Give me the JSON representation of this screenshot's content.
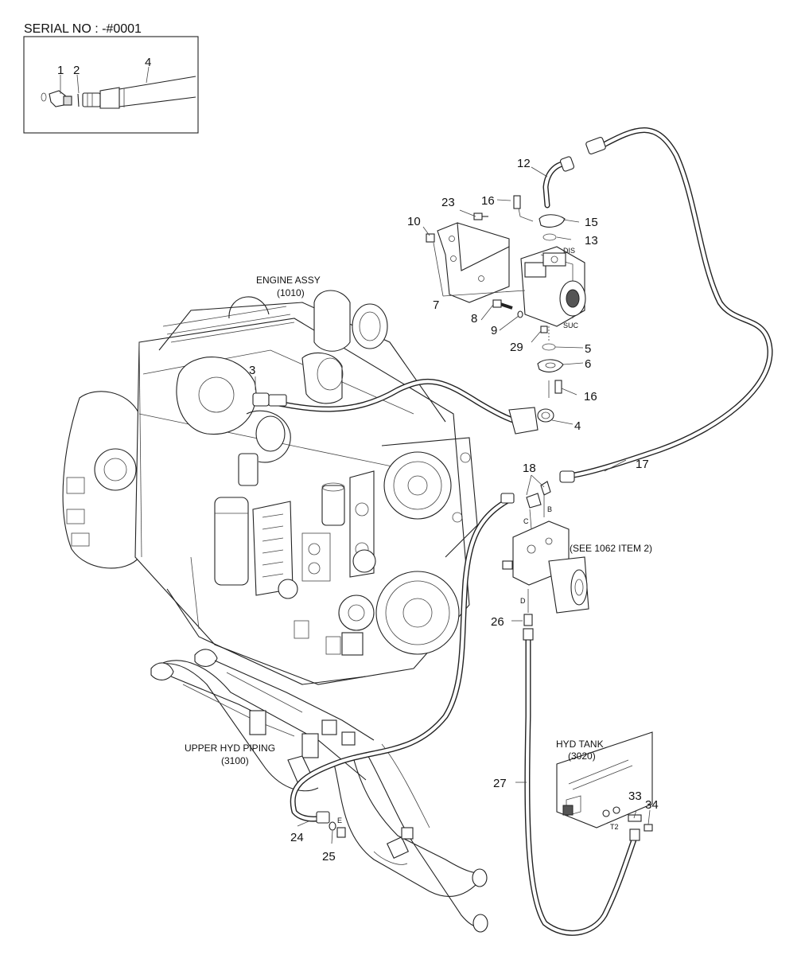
{
  "serial_label": "SERIAL NO : -#0001",
  "inset_callouts": [
    "1",
    "2",
    "4"
  ],
  "assembly_labels": {
    "engine_name": "ENGINE ASSY",
    "engine_ref": "(1010)",
    "upper_piping_name": "UPPER HYD PIPING",
    "upper_piping_ref": "(3100)",
    "tank_name": "HYD TANK",
    "tank_ref": "(3020)",
    "see_note": "(SEE 1062 ITEM 2)"
  },
  "port_labels": {
    "dis": "DIS",
    "suc": "SUC",
    "b": "B",
    "c": "C",
    "d": "D",
    "e": "E",
    "t2": "T2"
  },
  "callouts": {
    "n3": "3",
    "n4": "4",
    "n5": "5",
    "n6": "6",
    "n7": "7",
    "n8": "8",
    "n9": "9",
    "n10": "10",
    "n12": "12",
    "n13": "13",
    "n15": "15",
    "n16a": "16",
    "n16b": "16",
    "n17": "17",
    "n18": "18",
    "n23": "23",
    "n24": "24",
    "n25": "25",
    "n26": "26",
    "n27": "27",
    "n29": "29",
    "n33": "33",
    "n34": "34"
  }
}
